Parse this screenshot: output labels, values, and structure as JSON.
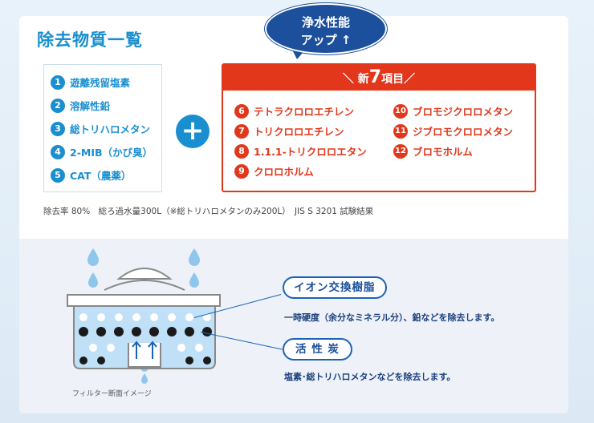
{
  "title": "除去物質一覧",
  "basic": [
    {
      "num": "1",
      "label": "遊離残留塩素"
    },
    {
      "num": "2",
      "label": "溶解性鉛"
    },
    {
      "num": "3",
      "label": "総トリハロメタン"
    },
    {
      "num": "4",
      "label": "2-MIB（かび臭）"
    },
    {
      "num": "5",
      "label": "CAT（農薬）"
    }
  ],
  "plus": "+",
  "bubble": {
    "line1": "浄水性能",
    "line2": "アップ ↑"
  },
  "new_header": {
    "pre": "＼ 新",
    "num": "7",
    "post": "項目／"
  },
  "new_left": [
    {
      "num": "6",
      "label": "テトラクロロエチレン"
    },
    {
      "num": "7",
      "label": "トリクロロエチレン"
    },
    {
      "num": "8",
      "label": "1.1.1-トリクロロエタン"
    },
    {
      "num": "9",
      "label": "クロロホルム"
    }
  ],
  "new_right": [
    {
      "num": "10",
      "label": "ブロモジクロロメタン"
    },
    {
      "num": "11",
      "label": "ジブロモクロロメタン"
    },
    {
      "num": "12",
      "label": "ブロモホルム"
    }
  ],
  "note": "除去率 80%　総ろ過水量300L（※総トリハロメタンのみ200L）　JIS S 3201 試験結果",
  "caption": "フィルター断面イメージ",
  "ion": {
    "label": "イオン交換樹脂",
    "desc": "一時硬度（余分なミネラル分）、鉛などを除去します。"
  },
  "carbon": {
    "label": "活 性 炭",
    "desc": "塩素･総トリハロメタンなどを除去します。"
  },
  "colors": {
    "blue": "#1a8fd0",
    "red": "#e2371b",
    "navy": "#1c4f9c"
  }
}
